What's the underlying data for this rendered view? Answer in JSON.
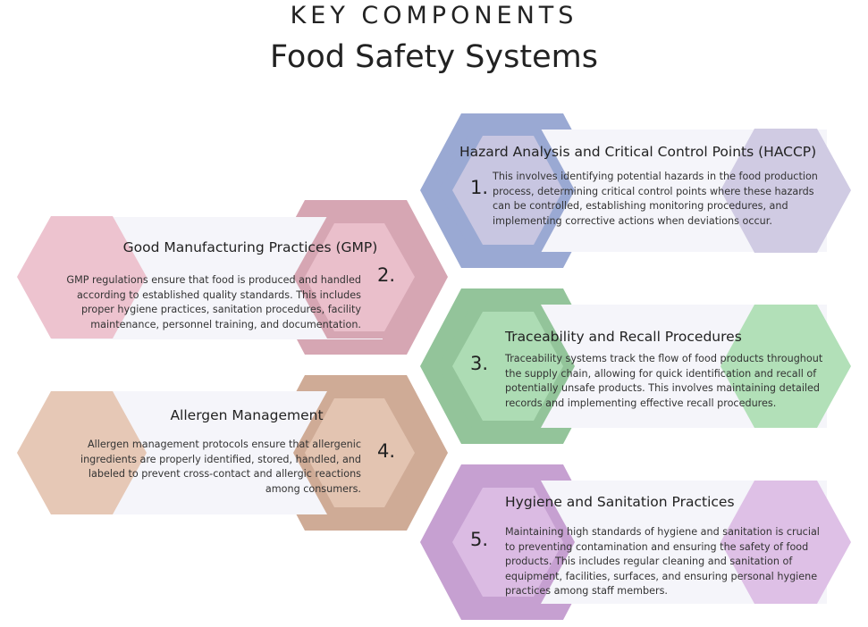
{
  "header": {
    "kicker": "KEY COMPONENTS",
    "title": "Food Safety Systems"
  },
  "items": [
    {
      "number": "1.",
      "title": "Hazard Analysis and Critical Control Points (HACCP)",
      "description": "This involves identifying potential hazards in the food production process, determining critical control points where these hazards can be controlled, establishing monitoring procedures, and implementing corrective actions when deviations occur.",
      "color": "#9aa9d3",
      "light": "#d0cbe3"
    },
    {
      "number": "2.",
      "title": "Good Manufacturing Practices (GMP)",
      "description": "GMP regulations ensure that food is produced and handled according to established quality standards. This includes proper hygiene practices, sanitation procedures, facility maintenance, personnel training, and documentation.",
      "color": "#d6a6b3",
      "light": "#edc3cf"
    },
    {
      "number": "3.",
      "title": "Traceability and Recall Procedures",
      "description": "Traceability systems track the flow of food products throughout the supply chain, allowing for quick identification and recall of potentially unsafe products. This involves maintaining detailed records and implementing effective recall procedures.",
      "color": "#93c49a",
      "light": "#b2e0b8"
    },
    {
      "number": "4.",
      "title": "Allergen Management",
      "description": "Allergen management protocols ensure that allergenic ingredients are properly identified, stored, handled, and labeled to prevent cross-contact and allergic reactions among consumers.",
      "color": "#cfab96",
      "light": "#e6c8b6"
    },
    {
      "number": "5.",
      "title": "Hygiene and Sanitation Practices",
      "description": "Maintaining high standards of hygiene and sanitation is crucial to preventing contamination and ensuring the safety of food products. This includes regular cleaning and sanitation of equipment, facilities, surfaces, and ensuring personal hygiene practices among staff members.",
      "color": "#c6a0d1",
      "light": "#dec0e6"
    }
  ]
}
